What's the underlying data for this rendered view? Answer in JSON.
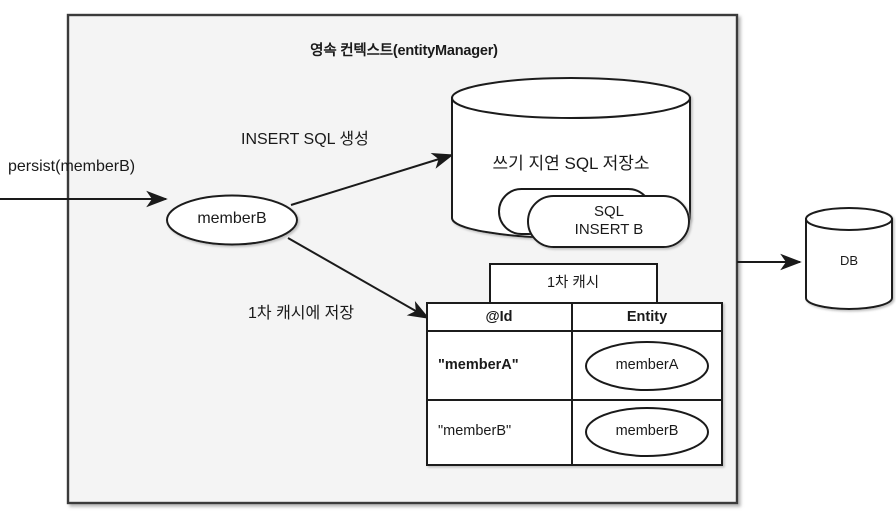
{
  "diagram": {
    "title": "영속 컨텍스트(entityManager)",
    "colors": {
      "container_fill": "#f4f4f4",
      "container_stroke": "#3a3a3a",
      "shape_stroke": "#1a1a1a",
      "shape_fill": "#ffffff",
      "text": "#1a1a1a"
    },
    "entry_label": "persist(memberB)",
    "edges": [
      {
        "id": "insert-sql",
        "label": "INSERT SQL 생성"
      },
      {
        "id": "first-cache",
        "label": "1차 캐시에 저장"
      }
    ],
    "entity_node": {
      "label": "memberB"
    },
    "write_behind_store": {
      "label": "쓰기 지연 SQL 저장소",
      "queued_sql": [
        {
          "line1": "",
          "line2": ""
        },
        {
          "line1": "SQL",
          "line2": "INSERT B"
        }
      ]
    },
    "first_level_cache": {
      "caption": "1차 캐시",
      "columns": [
        "@Id",
        "Entity"
      ],
      "rows": [
        {
          "id": "\"memberA\"",
          "entity": "memberA",
          "bold": true
        },
        {
          "id": "\"memberB\"",
          "entity": "memberB",
          "bold": false
        }
      ]
    },
    "database": {
      "label": "DB"
    }
  }
}
